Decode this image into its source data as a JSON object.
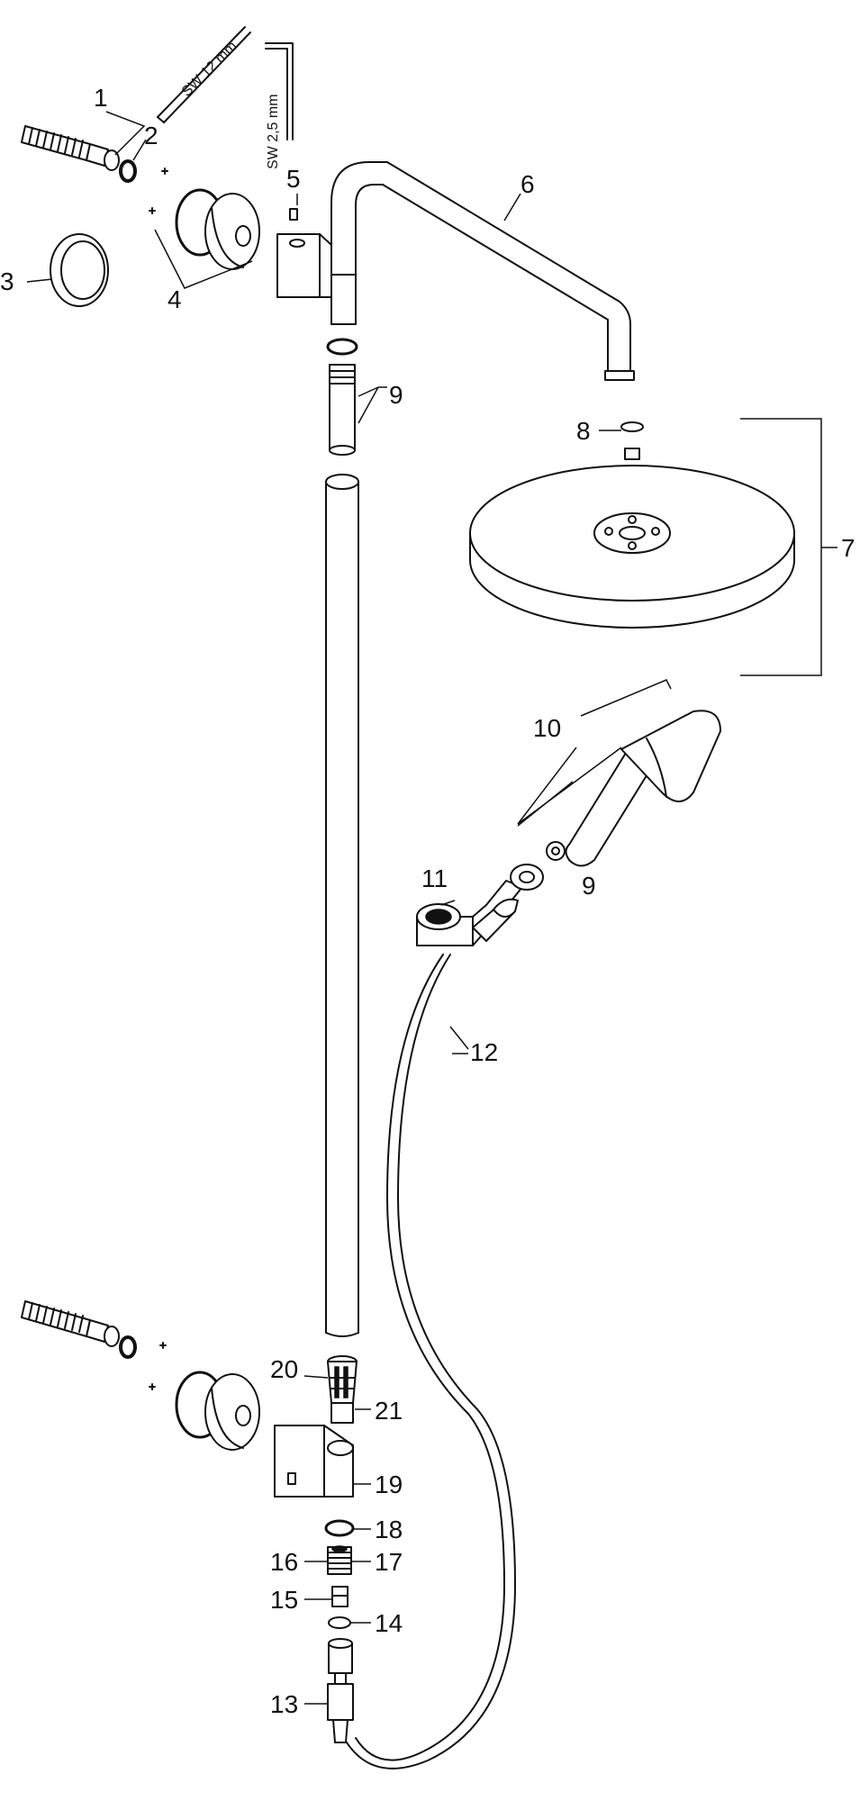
{
  "tools": {
    "wrench": "SW 12 mm",
    "hex_key": "SW 2,5 mm"
  },
  "parts": [
    {
      "id": "p1",
      "num": "1"
    },
    {
      "id": "p2",
      "num": "2"
    },
    {
      "id": "p3",
      "num": "3"
    },
    {
      "id": "p4",
      "num": "4"
    },
    {
      "id": "p5",
      "num": "5"
    },
    {
      "id": "p6",
      "num": "6"
    },
    {
      "id": "p7",
      "num": "7"
    },
    {
      "id": "p8",
      "num": "8"
    },
    {
      "id": "p9a",
      "num": "9"
    },
    {
      "id": "p9b",
      "num": "9"
    },
    {
      "id": "p10",
      "num": "10"
    },
    {
      "id": "p11",
      "num": "11"
    },
    {
      "id": "p12",
      "num": "12"
    },
    {
      "id": "p13",
      "num": "13"
    },
    {
      "id": "p14",
      "num": "14"
    },
    {
      "id": "p15",
      "num": "15"
    },
    {
      "id": "p16",
      "num": "16"
    },
    {
      "id": "p17",
      "num": "17"
    },
    {
      "id": "p18",
      "num": "18"
    },
    {
      "id": "p19",
      "num": "19"
    },
    {
      "id": "p20",
      "num": "20"
    },
    {
      "id": "p21",
      "num": "21"
    }
  ]
}
